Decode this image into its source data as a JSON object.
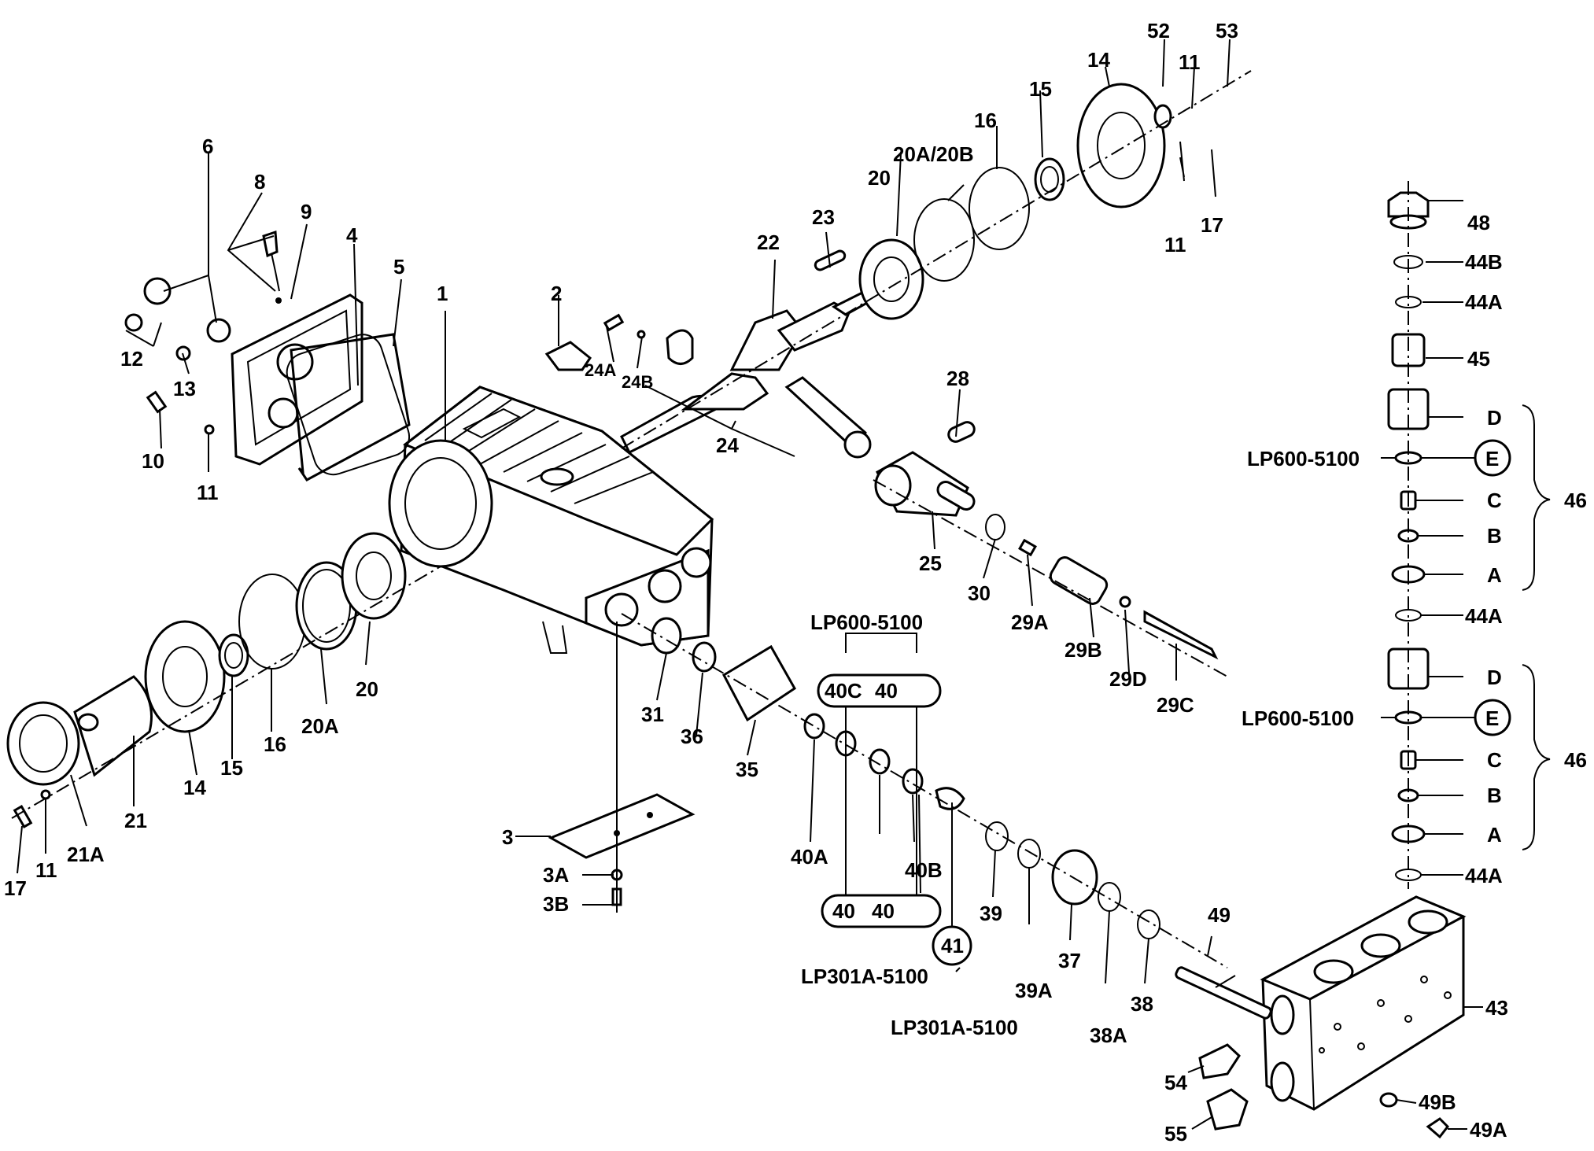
{
  "diagram": {
    "labels": {
      "l1": "1",
      "l2": "2",
      "l3": "3",
      "l3A": "3A",
      "l3B": "3B",
      "l4": "4",
      "l5": "5",
      "l6": "6",
      "l8": "8",
      "l9": "9",
      "l10": "10",
      "l11a": "11",
      "l12": "12",
      "l13": "13",
      "l14a": "14",
      "l15a": "15",
      "l16a": "16",
      "l17a": "17",
      "l11b": "11",
      "l20a": "20",
      "l20Aa": "20A",
      "l21": "21",
      "l21A": "21A",
      "l14b": "14",
      "l15b": "15",
      "l16b": "16",
      "l20Ab": "20A/20B",
      "l20b": "20",
      "l52": "52",
      "l53": "53",
      "l11c": "11",
      "l11d": "11",
      "l17b": "17",
      "l22": "22",
      "l23": "23",
      "l24": "24",
      "l24A": "24A",
      "l24B": "24B",
      "l25": "25",
      "l28": "28",
      "l29A": "29A",
      "l29B": "29B",
      "l29C": "29C",
      "l29D": "29D",
      "l30": "30",
      "l31": "31",
      "l35": "35",
      "l36": "36",
      "l37": "37",
      "l38": "38",
      "l38A": "38A",
      "l39": "39",
      "l39A": "39A",
      "l40A": "40A",
      "l40B": "40B",
      "l40C": "40C",
      "l40x": "40",
      "l40y": "40",
      "l40z": "40",
      "l41": "41",
      "l43": "43",
      "l44A1": "44A",
      "l44A2": "44A",
      "l44A3": "44A",
      "l44B": "44B",
      "l45": "45",
      "l46a": "46",
      "l46b": "46",
      "l48": "48",
      "l49": "49",
      "l49A": "49A",
      "l49B": "49B",
      "l54": "54",
      "l55": "55",
      "lA1": "A",
      "lB1": "B",
      "lC1": "C",
      "lD1": "D",
      "lE1": "E",
      "lA2": "A",
      "lB2": "B",
      "lC2": "C",
      "lD2": "D",
      "lE2": "E",
      "kit1": "LP600-5100",
      "kit2": "LP301A-5100",
      "kit3": "LP301A-5100",
      "kit4": "LP600-5100",
      "kit5": "LP600-5100"
    }
  }
}
